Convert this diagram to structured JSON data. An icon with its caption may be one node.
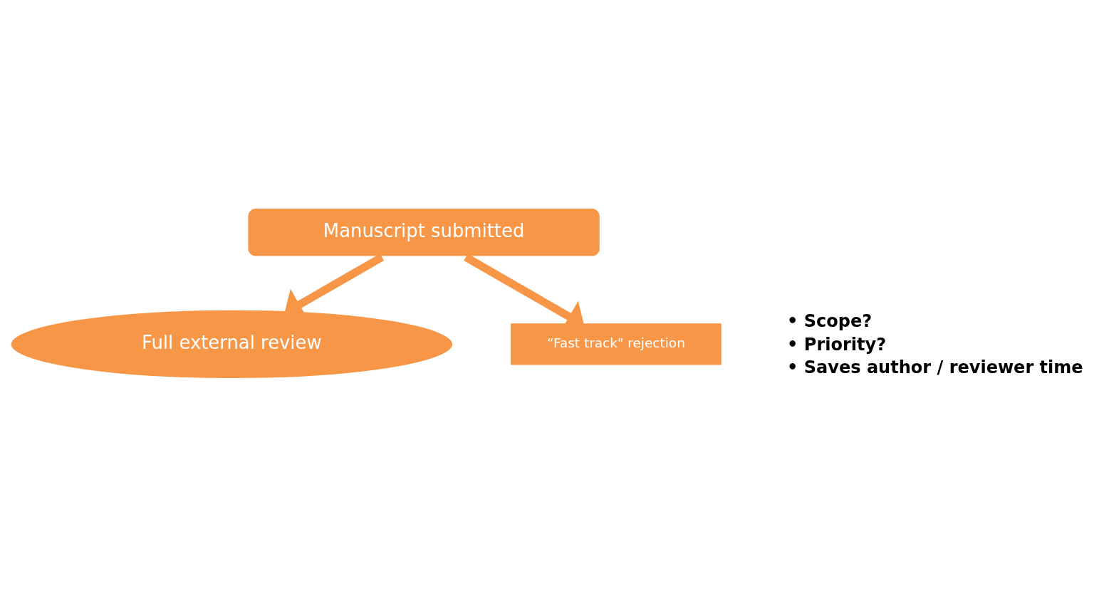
{
  "diagram": {
    "nodes": [
      {
        "text": [
          "Manuscript submitted"
        ]
      },
      {
        "text": [
          "Full external review"
        ]
      },
      {
        "text": [
          "“Fast track\" rejection"
        ],
        "beside": [
          "• Scope?",
          "• Priority?",
          "• Saves author / reviewer time"
        ]
      }
    ],
    "edges": [
      {
        "from": 0,
        "to": 1,
        "arrow": "to"
      },
      {
        "from": 0,
        "to": 2,
        "arrow": "to"
      }
    ]
  }
}
